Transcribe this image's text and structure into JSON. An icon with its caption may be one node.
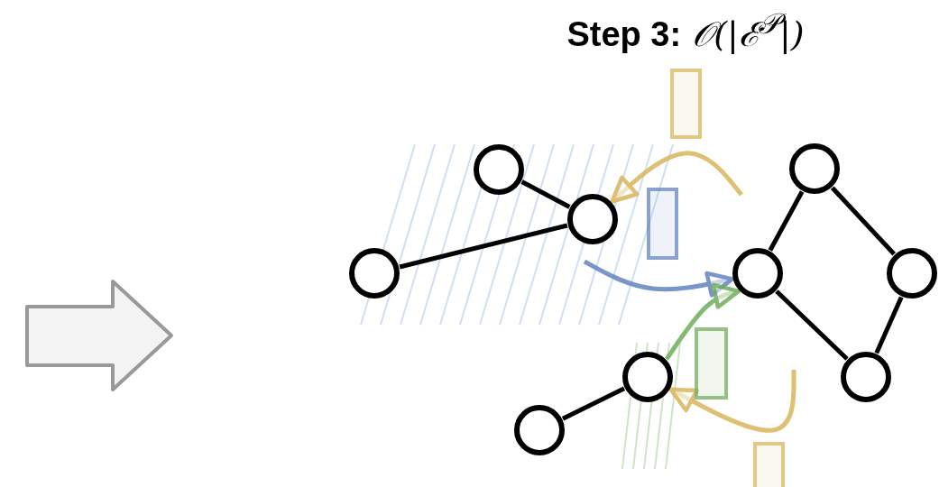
{
  "diagram": {
    "title": "**Step 3:** 𝒪(|ℰ$^{𝒫}$|)",
    "nodes": [
      {
        "text": [],
        "shape": "circle"
      },
      {
        "text": [],
        "shape": "circle"
      },
      {
        "text": [],
        "shape": "circle"
      },
      {
        "text": [],
        "shape": "circle"
      },
      {
        "text": [],
        "shape": "circle"
      },
      {
        "text": [],
        "shape": "circle"
      },
      {
        "text": [],
        "shape": "circle"
      },
      {
        "text": [],
        "shape": "circle"
      },
      {
        "text": [],
        "shape": "circle"
      },
      {
        "text": [],
        "shape": "bar"
      },
      {
        "text": [],
        "shape": "bar"
      },
      {
        "text": [],
        "shape": "bar"
      },
      {
        "text": [],
        "shape": "bar"
      }
    ],
    "edges": [
      {
        "from": 0,
        "to": 1,
        "arrow": "none"
      },
      {
        "from": 2,
        "to": 1,
        "arrow": "none"
      },
      {
        "from": 3,
        "to": 4,
        "arrow": "none"
      },
      {
        "from": 5,
        "to": 6,
        "arrow": "none"
      },
      {
        "from": 5,
        "to": 7,
        "arrow": "none"
      },
      {
        "from": 6,
        "to": 8,
        "arrow": "none"
      },
      {
        "from": 7,
        "to": 8,
        "arrow": "none"
      },
      {
        "from": null,
        "to": 1,
        "arrow": "to",
        "color": "#d8b65c"
      },
      {
        "from": null,
        "to": 6,
        "arrow": "to",
        "color": "#6384c0"
      },
      {
        "from": 4,
        "to": 6,
        "arrow": "to",
        "color": "#72ad5c"
      },
      {
        "from": null,
        "to": 4,
        "arrow": "to",
        "color": "#d8b65c"
      }
    ]
  }
}
